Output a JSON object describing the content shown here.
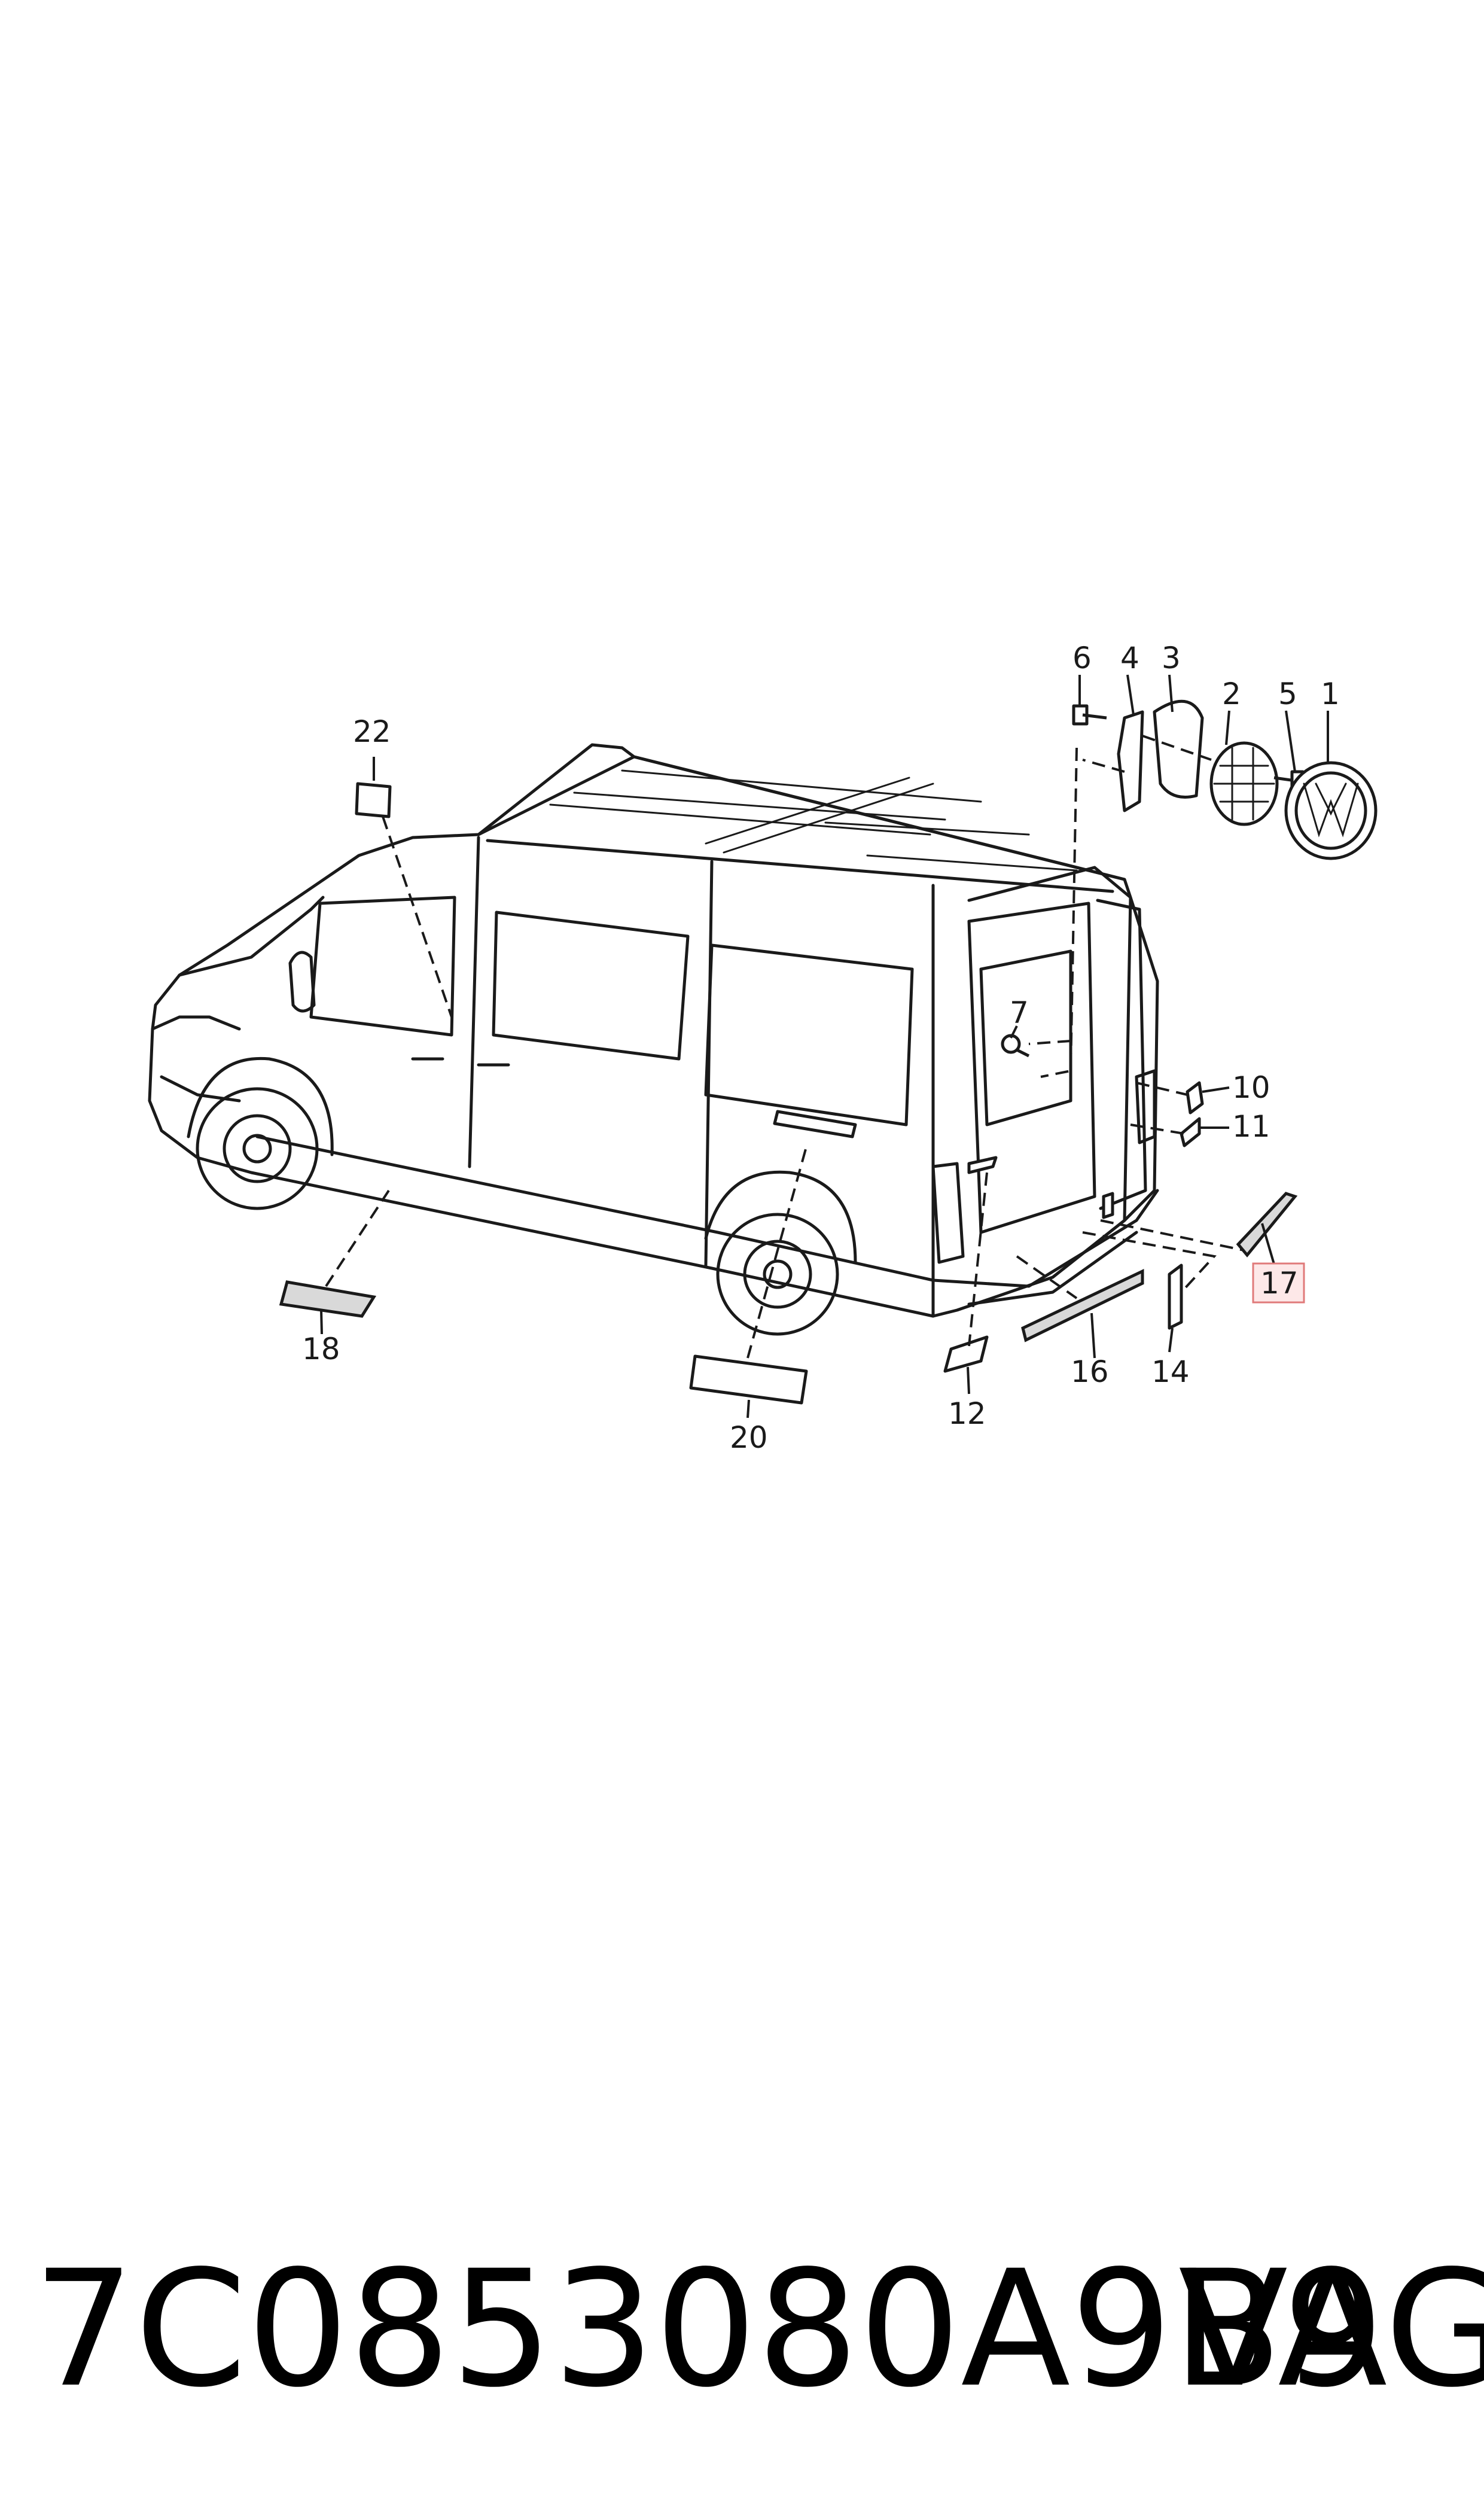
{
  "callouts": {
    "c1": "1",
    "c2": "2",
    "c3": "3",
    "c4": "4",
    "c5": "5",
    "c6": "6",
    "c7": "7",
    "c10": "10",
    "c11": "11",
    "c12": "12",
    "c14": "14",
    "c16": "16",
    "c17": "17",
    "c18": "18",
    "c20": "20",
    "c22": "22"
  },
  "highlighted_callout": "17",
  "highlight_color": "#e07a7a",
  "footer": {
    "part_number": "7C0853080A9B9",
    "brand": "VAG"
  }
}
